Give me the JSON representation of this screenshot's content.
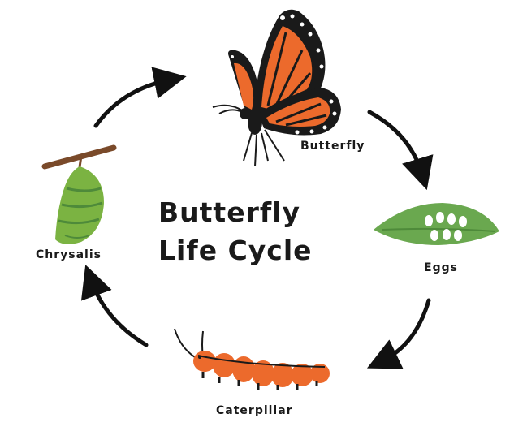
{
  "title": {
    "line1": "Butterfly",
    "line2": "Life Cycle"
  },
  "stages": {
    "butterfly": "Butterfly",
    "eggs": "Eggs",
    "caterpillar": "Caterpillar",
    "chrysalis": "Chrysalis"
  },
  "colors": {
    "wing_orange": "#ec6a2c",
    "wing_black": "#1a1a1a",
    "leaf_green": "#6aa84f",
    "chrysalis_green": "#7bb342",
    "branch_brown": "#7a4a2a",
    "egg_white": "#ffffff",
    "arrow": "#111111"
  },
  "icons": [
    "butterfly-icon",
    "eggs-on-leaf-icon",
    "caterpillar-icon",
    "chrysalis-icon",
    "cycle-arrow-icon"
  ]
}
